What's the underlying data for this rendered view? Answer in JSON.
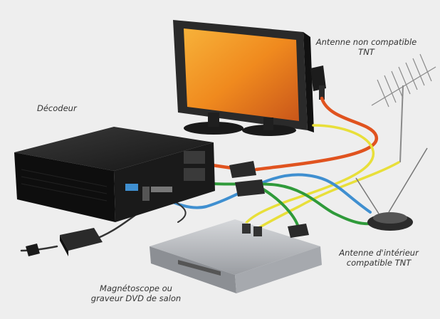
{
  "labels": {
    "decoder": "Décodeur",
    "antenna_top_line1": "Antenne non compatible",
    "antenna_top_line2": "TNT",
    "antenna_indoor_line1": "Antenne d'intérieur",
    "antenna_indoor_line2": "compatible TNT",
    "vcr_line1": "Magnétoscope ou",
    "vcr_line2": "graveur DVD de salon"
  },
  "colors": {
    "background": "#eeeeee",
    "cable_red": "#e0531f",
    "cable_yellow": "#e8df3a",
    "cable_blue": "#3f8fd0",
    "cable_green": "#2f9a3a",
    "cable_black": "#333333",
    "tv_screen": "#f08a1e",
    "decoder_body": "#1c1c1c",
    "vcr_body": "#b9bcc0"
  }
}
